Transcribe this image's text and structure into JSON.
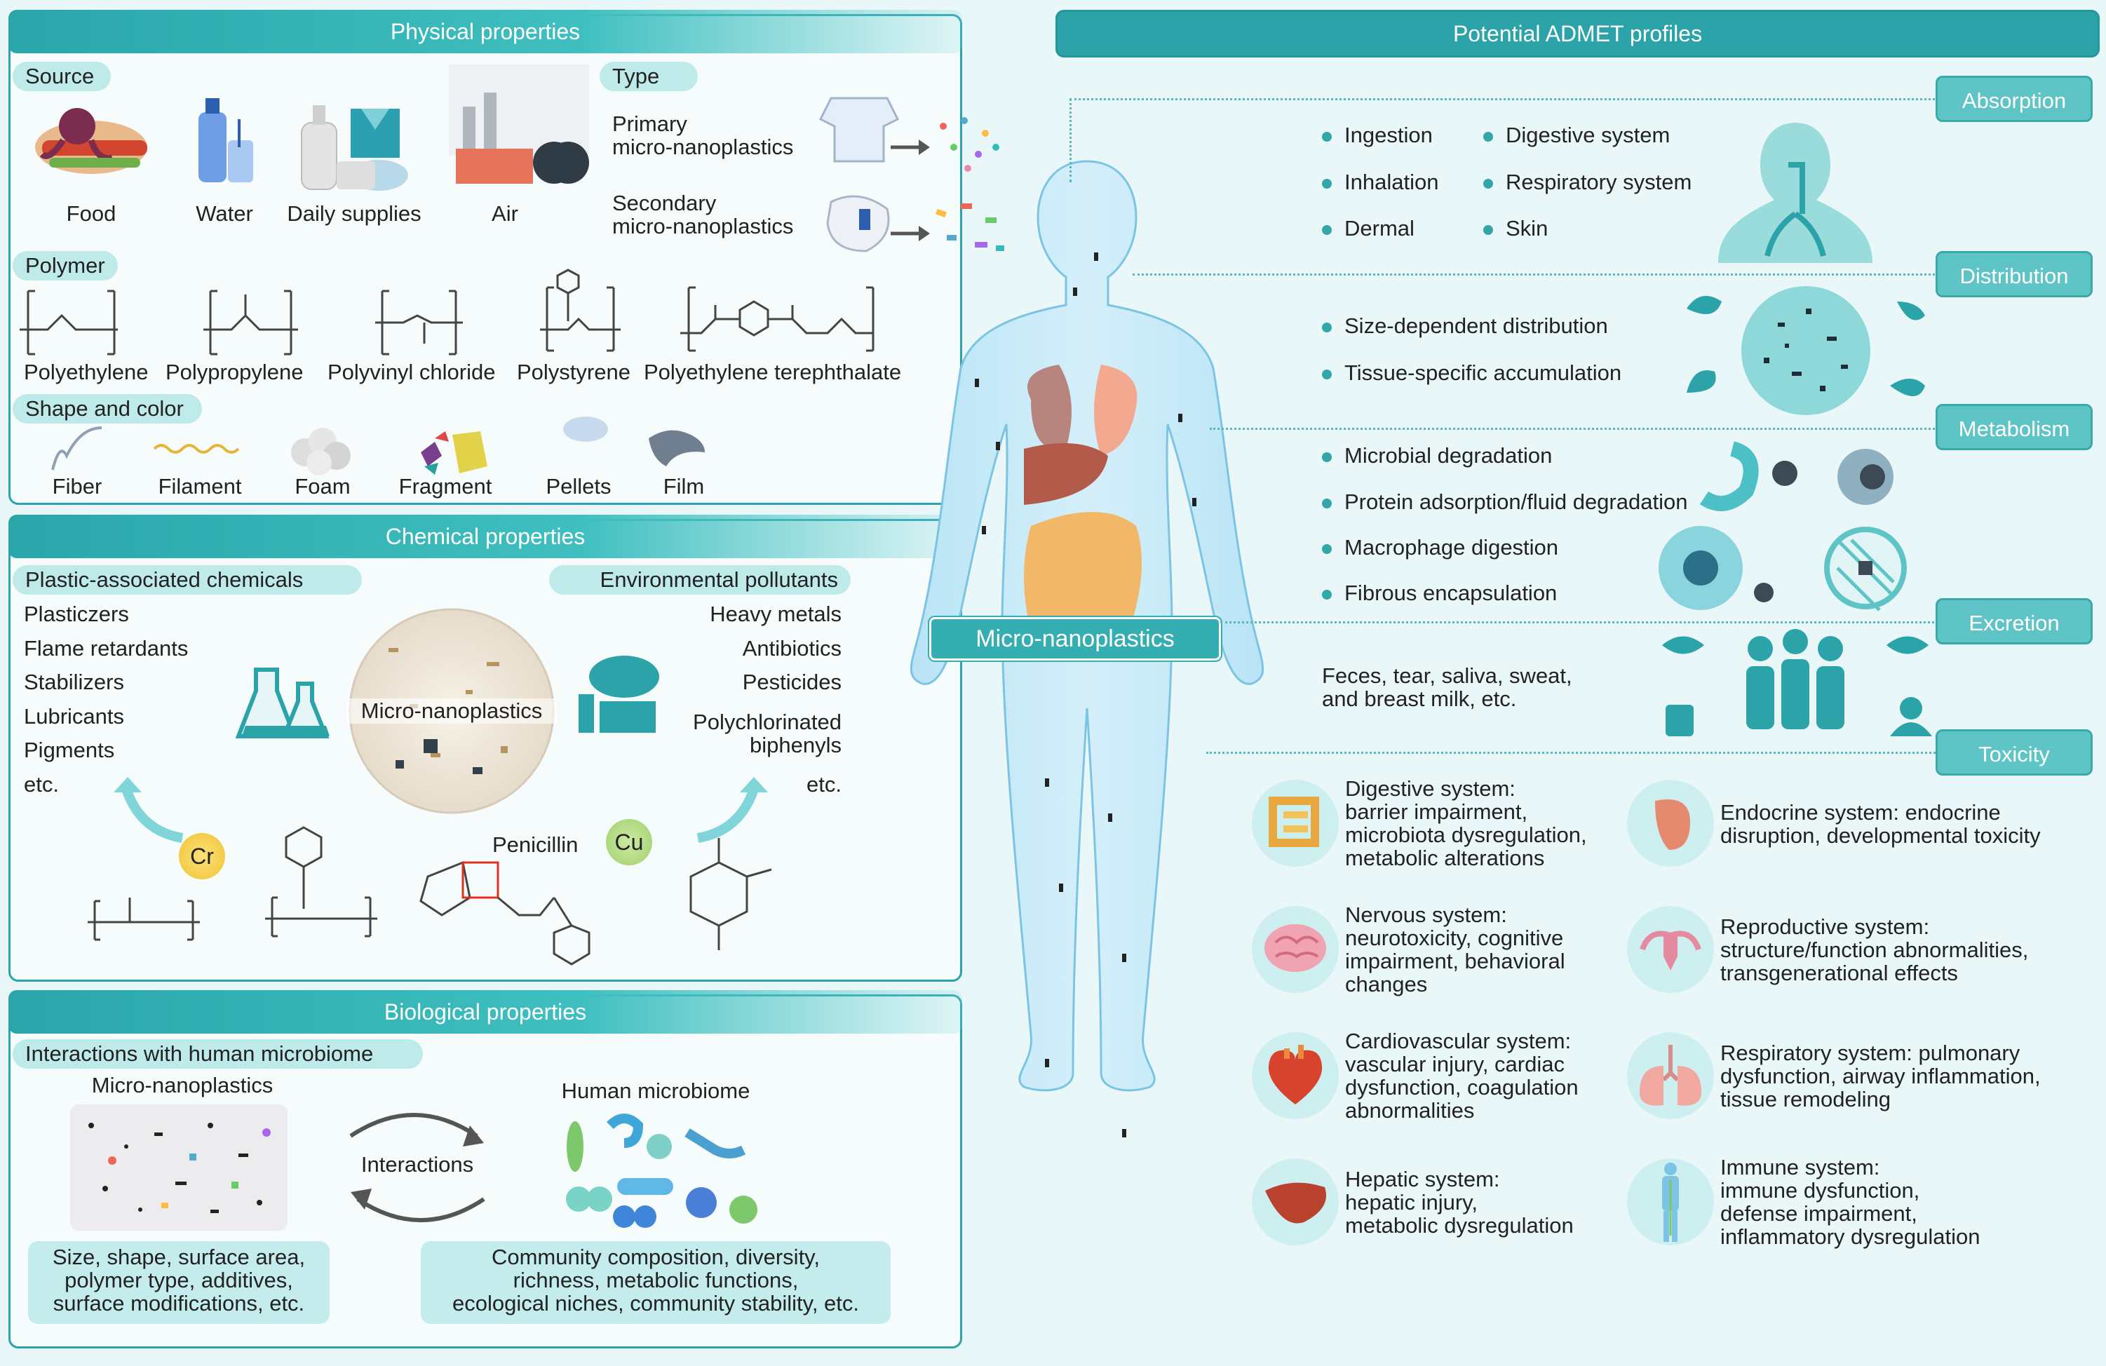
{
  "physical": {
    "title": "Physical properties",
    "source_label": "Source",
    "sources": [
      "Food",
      "Water",
      "Daily supplies",
      "Air"
    ],
    "type_label": "Type",
    "primary": "Primary\nmicro-nanoplastics",
    "secondary": "Secondary\nmicro-nanoplastics",
    "polymer_label": "Polymer",
    "polymers": [
      "Polyethylene",
      "Polypropylene",
      "Polyvinyl chloride",
      "Polystyrene",
      "Polyethylene terephthalate"
    ],
    "shape_label": "Shape and color",
    "shapes": [
      "Fiber",
      "Filament",
      "Foam",
      "Fragment",
      "Pellets",
      "Film"
    ]
  },
  "chemical": {
    "title": "Chemical properties",
    "plastic_label": "Plastic-associated chemicals",
    "plastic_items": [
      "Plasticzers",
      "Flame retardants",
      "Stabilizers",
      "Lubricants",
      "Pigments",
      "etc."
    ],
    "env_label": "Environmental pollutants",
    "env_items": [
      "Heavy metals",
      "Antibiotics",
      "Pesticides",
      "Polychlorinated\nbiphenyls",
      "etc."
    ],
    "center": "Micro-nanoplastics",
    "cr": "Cr",
    "cu": "Cu",
    "penicillin": "Penicillin"
  },
  "biological": {
    "title": "Biological properties",
    "interactions_label": "Interactions with human microbiome",
    "mnp": "Micro-nanoplastics",
    "microbiome": "Human microbiome",
    "interactions": "Interactions",
    "left_box": "Size, shape, surface area,\npolymer type, additives,\nsurface modifications, etc.",
    "right_box": "Community composition, diversity,\nrichness, metabolic functions,\necological niches, community stability, etc."
  },
  "body": {
    "label": "Micro-nanoplastics"
  },
  "admet": {
    "title": "Potential ADMET profiles",
    "absorption": {
      "label": "Absorption",
      "left": [
        "Ingestion",
        "Inhalation",
        "Dermal"
      ],
      "right": [
        "Digestive system",
        "Respiratory system",
        "Skin"
      ]
    },
    "distribution": {
      "label": "Distribution",
      "items": [
        "Size-dependent distribution",
        "Tissue-specific accumulation"
      ]
    },
    "metabolism": {
      "label": "Metabolism",
      "items": [
        "Microbial degradation",
        "Protein adsorption/fluid degradation",
        "Macrophage digestion",
        "Fibrous encapsulation"
      ]
    },
    "excretion": {
      "label": "Excretion",
      "text": "Feces, tear, saliva, sweat,\nand breast milk, etc."
    },
    "toxicity": {
      "label": "Toxicity",
      "items": [
        "Digestive system:\nbarrier impairment,\nmicrobiota dysregulation,\nmetabolic alterations",
        "Endocrine system: endocrine\ndisruption, developmental toxicity",
        "Nervous system:\nneurotoxicity, cognitive\nimpairment, behavioral\nchanges",
        "Reproductive system:\nstructure/function abnormalities,\ntransgenerational effects",
        "Cardiovascular system:\nvascular injury, cardiac\ndysfunction, coagulation\nabnormalities",
        "Respiratory system: pulmonary\ndysfunction, airway inflammation,\ntissue remodeling",
        "Hepatic system:\nhepatic injury,\nmetabolic dysregulation",
        "Immune system:\nimmune dysfunction,\ndefense impairment,\ninflammatory dysregulation"
      ]
    }
  },
  "colors": {
    "teal": "#2ba3a8",
    "light": "#bfeaea",
    "tag": "#5fc4c6"
  }
}
